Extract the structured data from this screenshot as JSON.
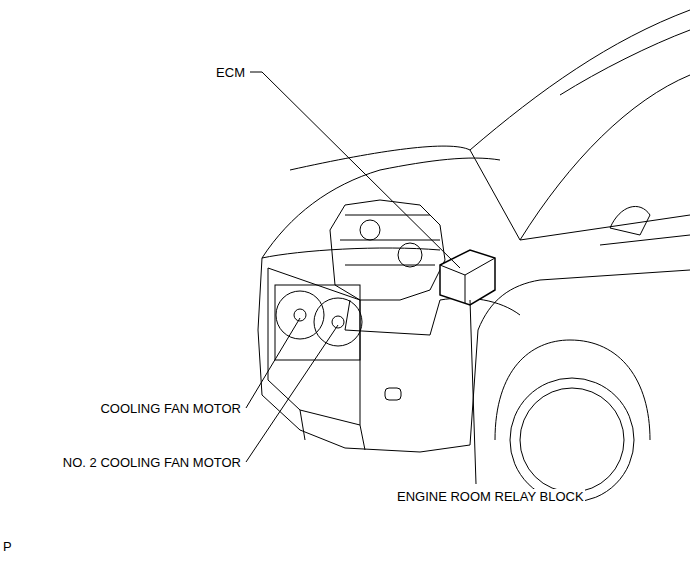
{
  "diagram": {
    "labels": [
      "ECM",
      "COOLING FAN MOTOR",
      "NO. 2 COOLING FAN MOTOR",
      "ENGINE ROOM RELAY BLOCK",
      "P"
    ]
  }
}
